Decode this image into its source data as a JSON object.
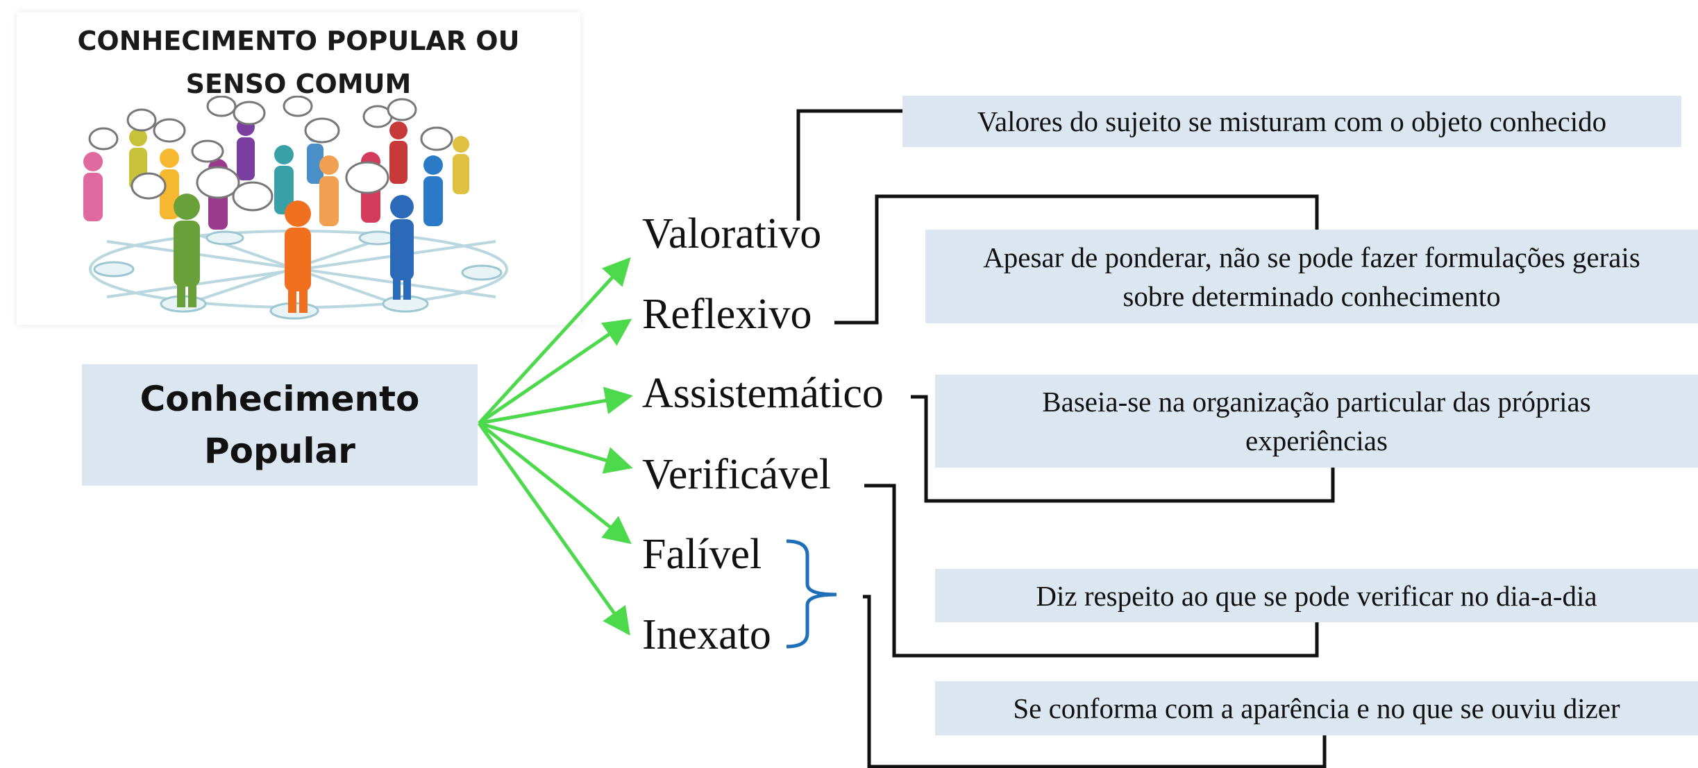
{
  "illustration": {
    "title": "CONHECIMENTO POPULAR OU\nSENSO COMUM"
  },
  "root": {
    "label": "Conhecimento\nPopular"
  },
  "properties": [
    {
      "label": "Valorativo"
    },
    {
      "label": "Reflexivo"
    },
    {
      "label": "Assistemático"
    },
    {
      "label": "Verificável"
    },
    {
      "label": "Falível"
    },
    {
      "label": "Inexato"
    }
  ],
  "notes": [
    {
      "text": "Valores do sujeito se misturam com o objeto conhecido"
    },
    {
      "text": "Apesar de ponderar, não se pode fazer formulações gerais sobre determinado conhecimento"
    },
    {
      "text": "Baseia-se na organização particular das próprias experiências"
    },
    {
      "text": "Diz respeito ao que se pode verificar no dia-a-dia"
    },
    {
      "text": "Se conforma com a aparência e no que se ouviu dizer"
    }
  ],
  "colors": {
    "arrow": "#4cd94c",
    "bracket": "#1f6fb8",
    "connector": "#111111",
    "box_fill": "#dce6f1"
  }
}
